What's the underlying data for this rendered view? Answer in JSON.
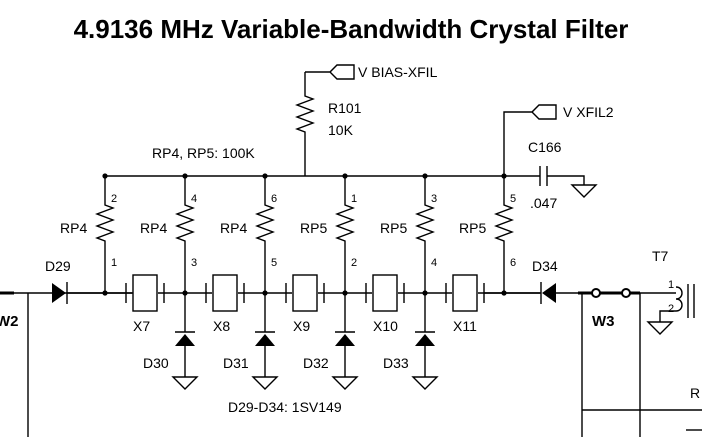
{
  "title": "4.9136 MHz Variable-Bandwidth Crystal Filter",
  "power": {
    "bias": "V BIAS-XFIL",
    "xfil2": "V XFIL2"
  },
  "r101": {
    "ref": "R101",
    "value": "10K"
  },
  "rp_note": "RP4, RP5:  100K",
  "c166": {
    "ref": "C166",
    "value": ".047"
  },
  "resistors": [
    {
      "ref": "RP4",
      "top_pin": "2",
      "bottom_pin": "1"
    },
    {
      "ref": "RP4",
      "top_pin": "4",
      "bottom_pin": "3"
    },
    {
      "ref": "RP4",
      "top_pin": "6",
      "bottom_pin": "5"
    },
    {
      "ref": "RP5",
      "top_pin": "1",
      "bottom_pin": "2"
    },
    {
      "ref": "RP5",
      "top_pin": "3",
      "bottom_pin": "4"
    },
    {
      "ref": "RP5",
      "top_pin": "5",
      "bottom_pin": "6"
    }
  ],
  "crystals": [
    "X7",
    "X8",
    "X9",
    "X10",
    "X11"
  ],
  "varactors": [
    "D30",
    "D31",
    "D32",
    "D33"
  ],
  "diodes": {
    "left": "D29",
    "right": "D34"
  },
  "diode_note": "D29-D34:  1SV149",
  "jumpers": {
    "left": "W2",
    "right": "W3"
  },
  "transformer": {
    "ref": "T7",
    "pin1": "1",
    "pin2": "2"
  },
  "partial_label": "R"
}
